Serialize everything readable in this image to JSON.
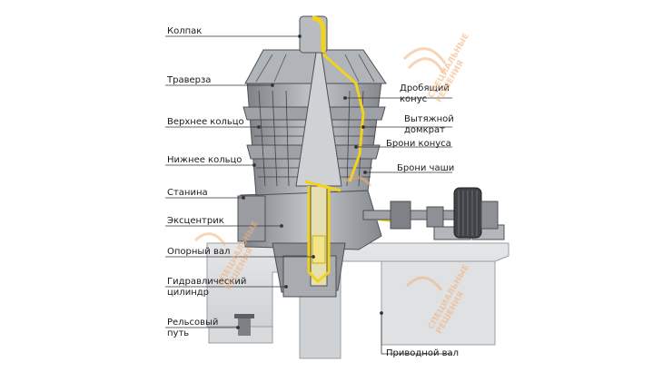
{
  "labels": {
    "left": [
      "Колпак",
      "Траверза",
      "Верхнее кольцо",
      "Нижнее кольцо",
      "Станина",
      "Эксцентрик",
      "Опорный вал",
      "Гидравлический цилиндр",
      "Рельсовый путь"
    ],
    "right": [
      "Дробящий конус",
      "Вытяжной домкрат",
      "Брони конуса",
      "Брони чаши",
      "Приводной вал"
    ]
  },
  "label_lines": {
    "gidro_1": "Гидравлический",
    "gidro_2": "цилиндр",
    "rels_1": "Рельсовый",
    "rels_2": "путь",
    "drob_1": "Дробящий",
    "drob_2": "конус",
    "vyt_1": "Вытяжной",
    "vyt_2": "домкрат"
  },
  "watermark": {
    "text_1": "СПЕЦИАЛЬНЫЕ",
    "text_2": "РЕШЕНИЯ"
  },
  "colors": {
    "machine": "#8c8f94",
    "machine_dark": "#5c5f63",
    "machine_light": "#c9cbcf",
    "highlight": "#f2d21c",
    "watermark": "#f3b27a",
    "leader": "#333333"
  }
}
